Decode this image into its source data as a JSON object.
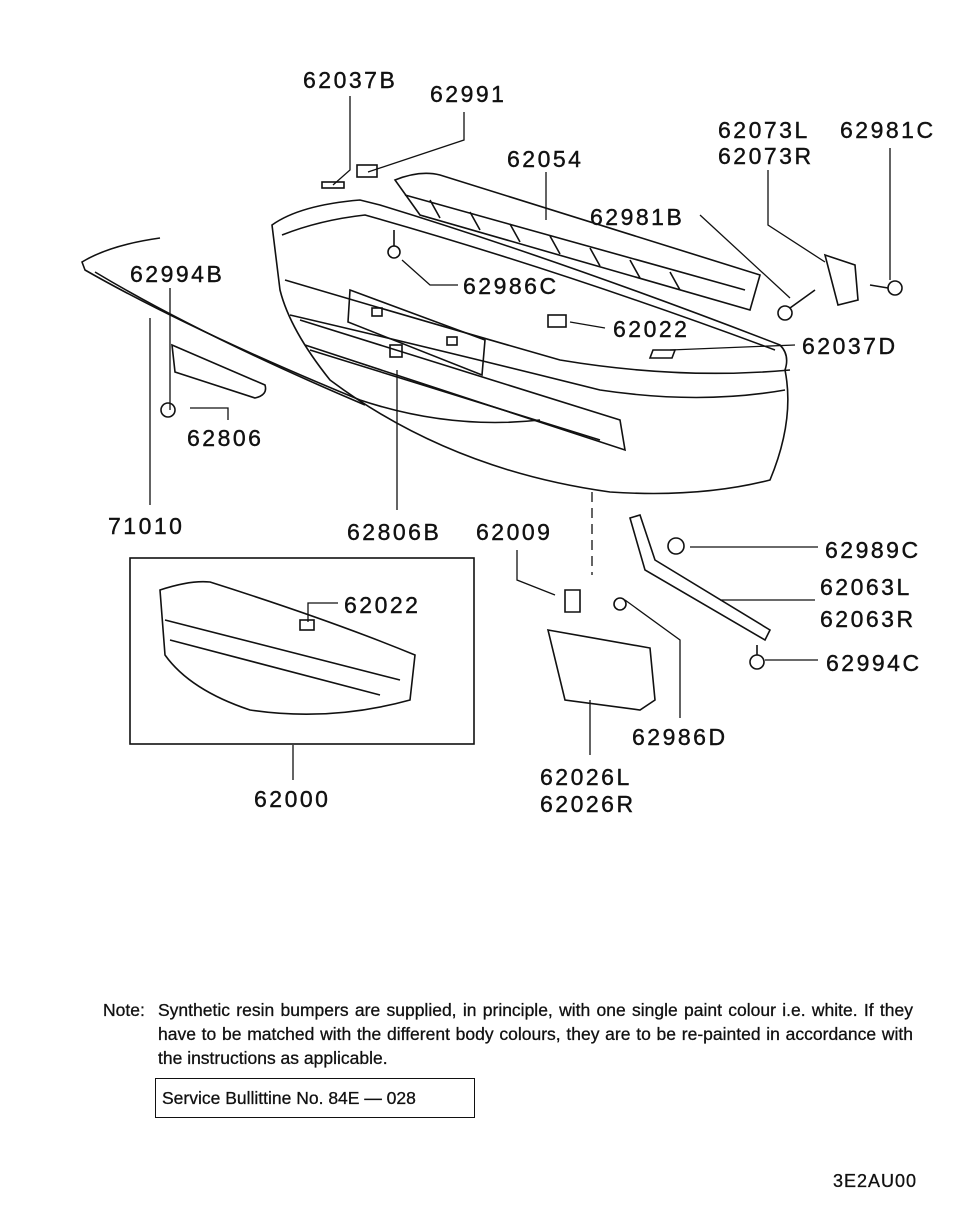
{
  "part_labels": {
    "p62037B": "62037B",
    "p62991": "62991",
    "p62054": "62054",
    "p62073L": "62073L",
    "p62073R": "62073R",
    "p62981C": "62981C",
    "p62981B": "62981B",
    "p62994B": "62994B",
    "p62986C": "62986C",
    "p62022": "62022",
    "p62037D": "62037D",
    "p62806": "62806",
    "p71010": "71010",
    "p62806B": "62806B",
    "p62009": "62009",
    "p62989C": "62989C",
    "p62063L": "62063L",
    "p62063R": "62063R",
    "p62994C": "62994C",
    "p62022_inset": "62022",
    "p62986D": "62986D",
    "p62026L": "62026L",
    "p62026R": "62026R",
    "p62000": "62000"
  },
  "note": {
    "head": "Note:",
    "text": "Synthetic resin bumpers are supplied, in principle, with one single paint colour i.e. white. If they have to be matched with the different body colours, they are to be re-painted in accordance with the instructions as applicable.",
    "bulletin": "Service Bullittine No.  84E — 028"
  },
  "diagram_code": "3E2AU00"
}
